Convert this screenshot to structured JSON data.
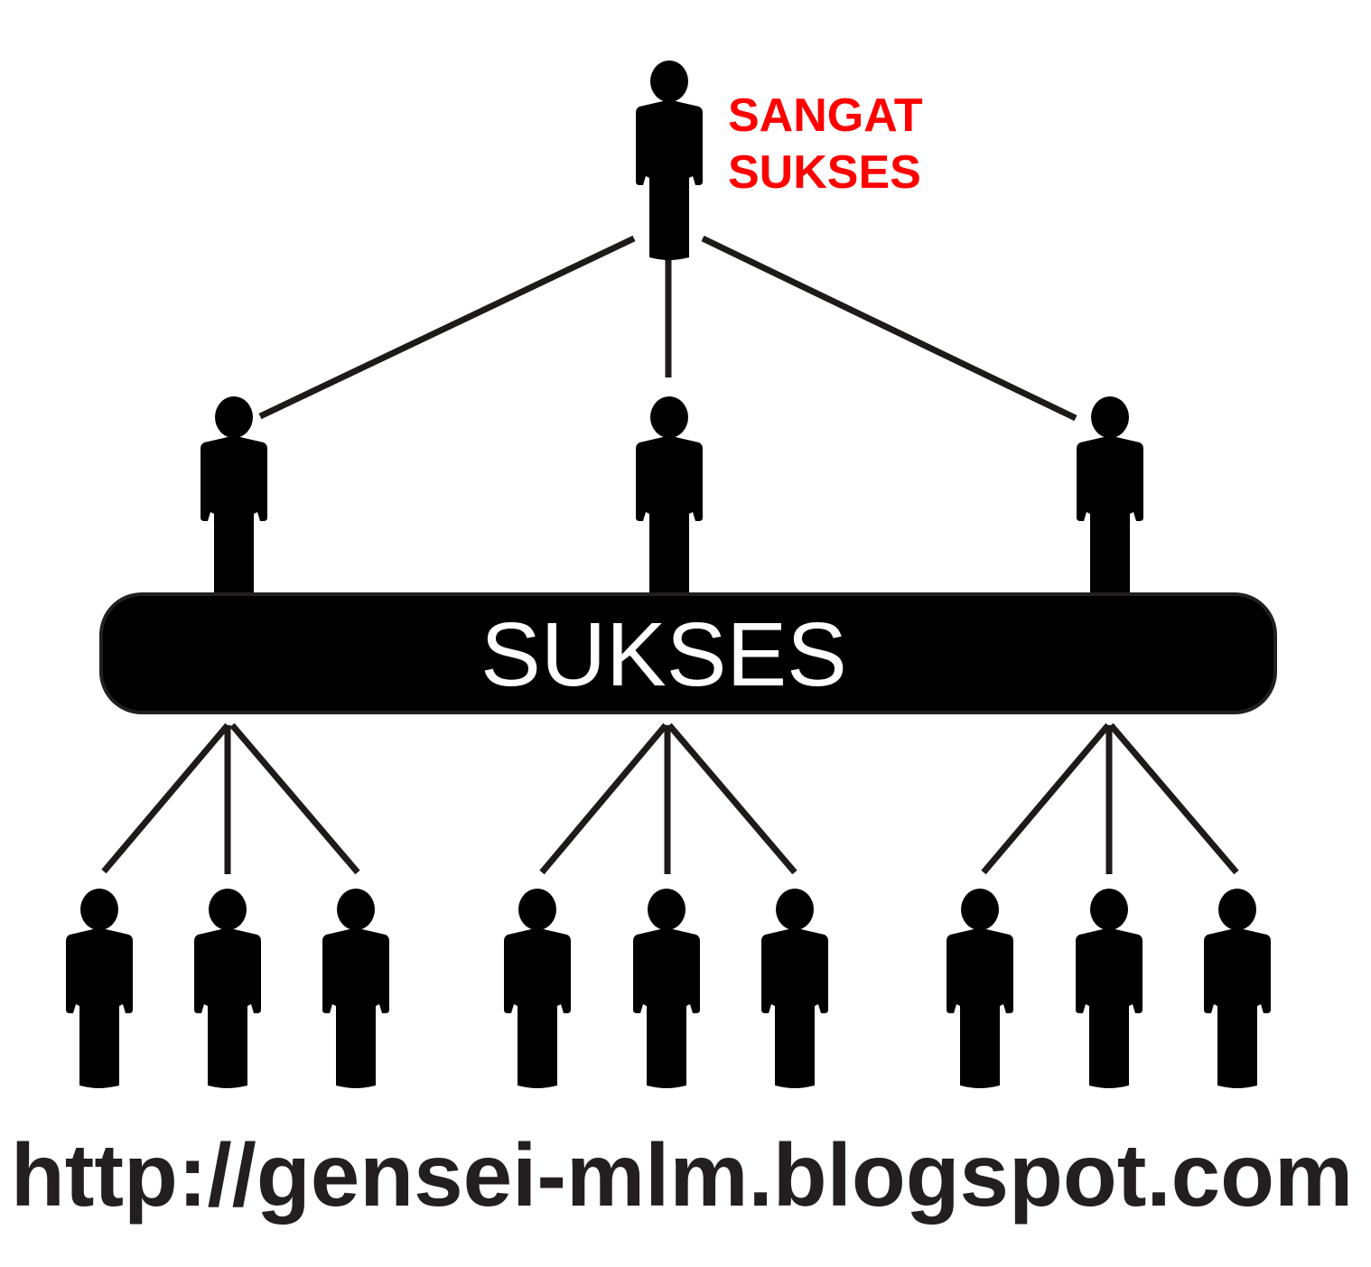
{
  "top_label": {
    "line1": "SANGAT",
    "line2": "SUKSES",
    "color": "#ff0000"
  },
  "banner": {
    "label": "SUKSES",
    "fill_color": "#000000",
    "text_color": "#ffffff"
  },
  "footer": {
    "url": "http://gensei-mlm.blogspot.com"
  },
  "hierarchy": {
    "levels": 3,
    "branching_factor": 3,
    "level_counts": [
      1,
      3,
      9
    ]
  },
  "colors": {
    "figures": "#000000",
    "lines": "#1e1a1a",
    "background": "#ffffff"
  },
  "icons": {
    "person": "person-icon"
  }
}
